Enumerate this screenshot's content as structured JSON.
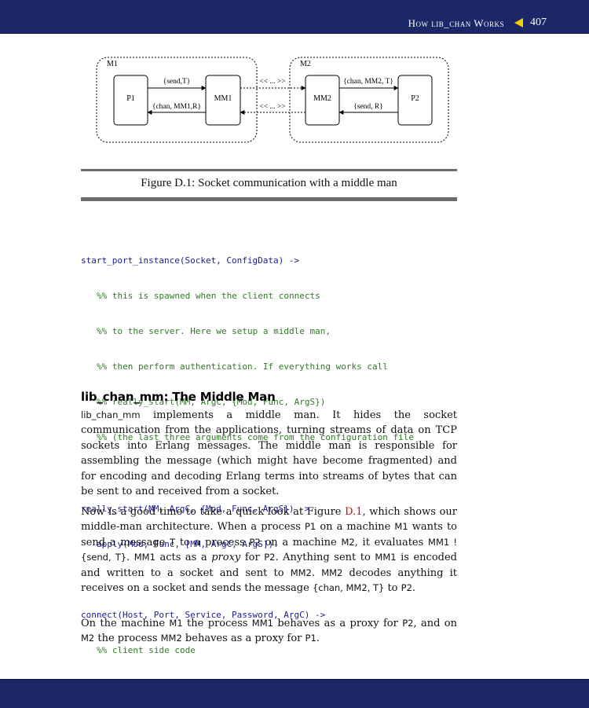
{
  "header": {
    "running_title": "How lib_chan Works",
    "page_number": "407"
  },
  "figure": {
    "nodes": {
      "m1_label": "M1",
      "m2_label": "M2",
      "p1": "P1",
      "mm1": "MM1",
      "mm2": "MM2",
      "p2": "P2"
    },
    "edges": {
      "send_t": "{send,T}",
      "chan_mm1_r": "{chan, MM1,R}",
      "wire_out": "<< ... >>",
      "wire_in": "<< ... >>",
      "chan_mm2_t": "{chan, MM2, T}",
      "send_r": "{send, R}"
    },
    "caption": "Figure D.1: Socket communication with a middle man"
  },
  "code": {
    "l1": "start_port_instance(Socket, ConfigData) ->",
    "l2": "%% this is spawned when the client connects",
    "l3": "%% to the server. Here we setup a middle man,",
    "l4": "%% then perform authentication. If everything works call",
    "l5": "%% really_start(MM, ArgC, {Mod, Func, ArgS})",
    "l6": "%% (the last three arguments come from the configuration file",
    "l7": "really_start(MM, ArgC, {Mod, Func, ArgS}) ->",
    "l8": "apply(Mod, Func, [MM, ArgC, ArgS]).",
    "l9": "connect(Host, Port, Service, Password, ArgC) ->",
    "l10": "%% client side code"
  },
  "section": {
    "heading": "lib_chan_mm: The Middle Man",
    "p1": {
      "code": "lib_chan_mm",
      "text": " implements a middle man. It hides the socket communication from the applications, turning streams of data on TCP sockets into Erlang messages. The middle man is responsible for assembling the message (which might have become fragmented) and for encoding and decoding Erlang terms into streams of bytes that can be sent to and received from a socket."
    },
    "p2": {
      "a": "Now is a good time to take a quick look at Figure ",
      "ref": "D.1",
      "b": ", which shows our middle-man architecture. When a process ",
      "P1": "P1",
      "c": " on a machine ",
      "M1": "M1",
      "d": " wants to send a message ",
      "T": "T",
      "e": " to a process ",
      "P2": "P2",
      "f": " on a machine ",
      "M2": "M2",
      "g": ", it evaluates ",
      "expr": "MM1 ! {send, T}",
      "h": ". ",
      "MM1": "MM1",
      "i": " acts as a ",
      "proxy": "proxy",
      "j": " for ",
      "P2b": "P2",
      "k": ". Anything sent to ",
      "MM1b": "MM1",
      "l": " is encoded and written to a socket and sent to ",
      "MM2": "MM2",
      "m": ". ",
      "MM2b": "MM2",
      "n": " decodes anything it receives on a socket and sends the message ",
      "msg": "{chan, MM2, T}",
      "o": " to ",
      "P2c": "P2",
      "p": "."
    },
    "p3": {
      "a": "On the machine ",
      "M1": "M1",
      "b": " the process ",
      "MM1": "MM1",
      "c": " behaves as a proxy for ",
      "P2": "P2",
      "d": ", and on ",
      "M2": "M2",
      "e": " the process ",
      "MM2": "MM2",
      "f": " behaves as a proxy for ",
      "P1": "P1",
      "g": "."
    }
  }
}
